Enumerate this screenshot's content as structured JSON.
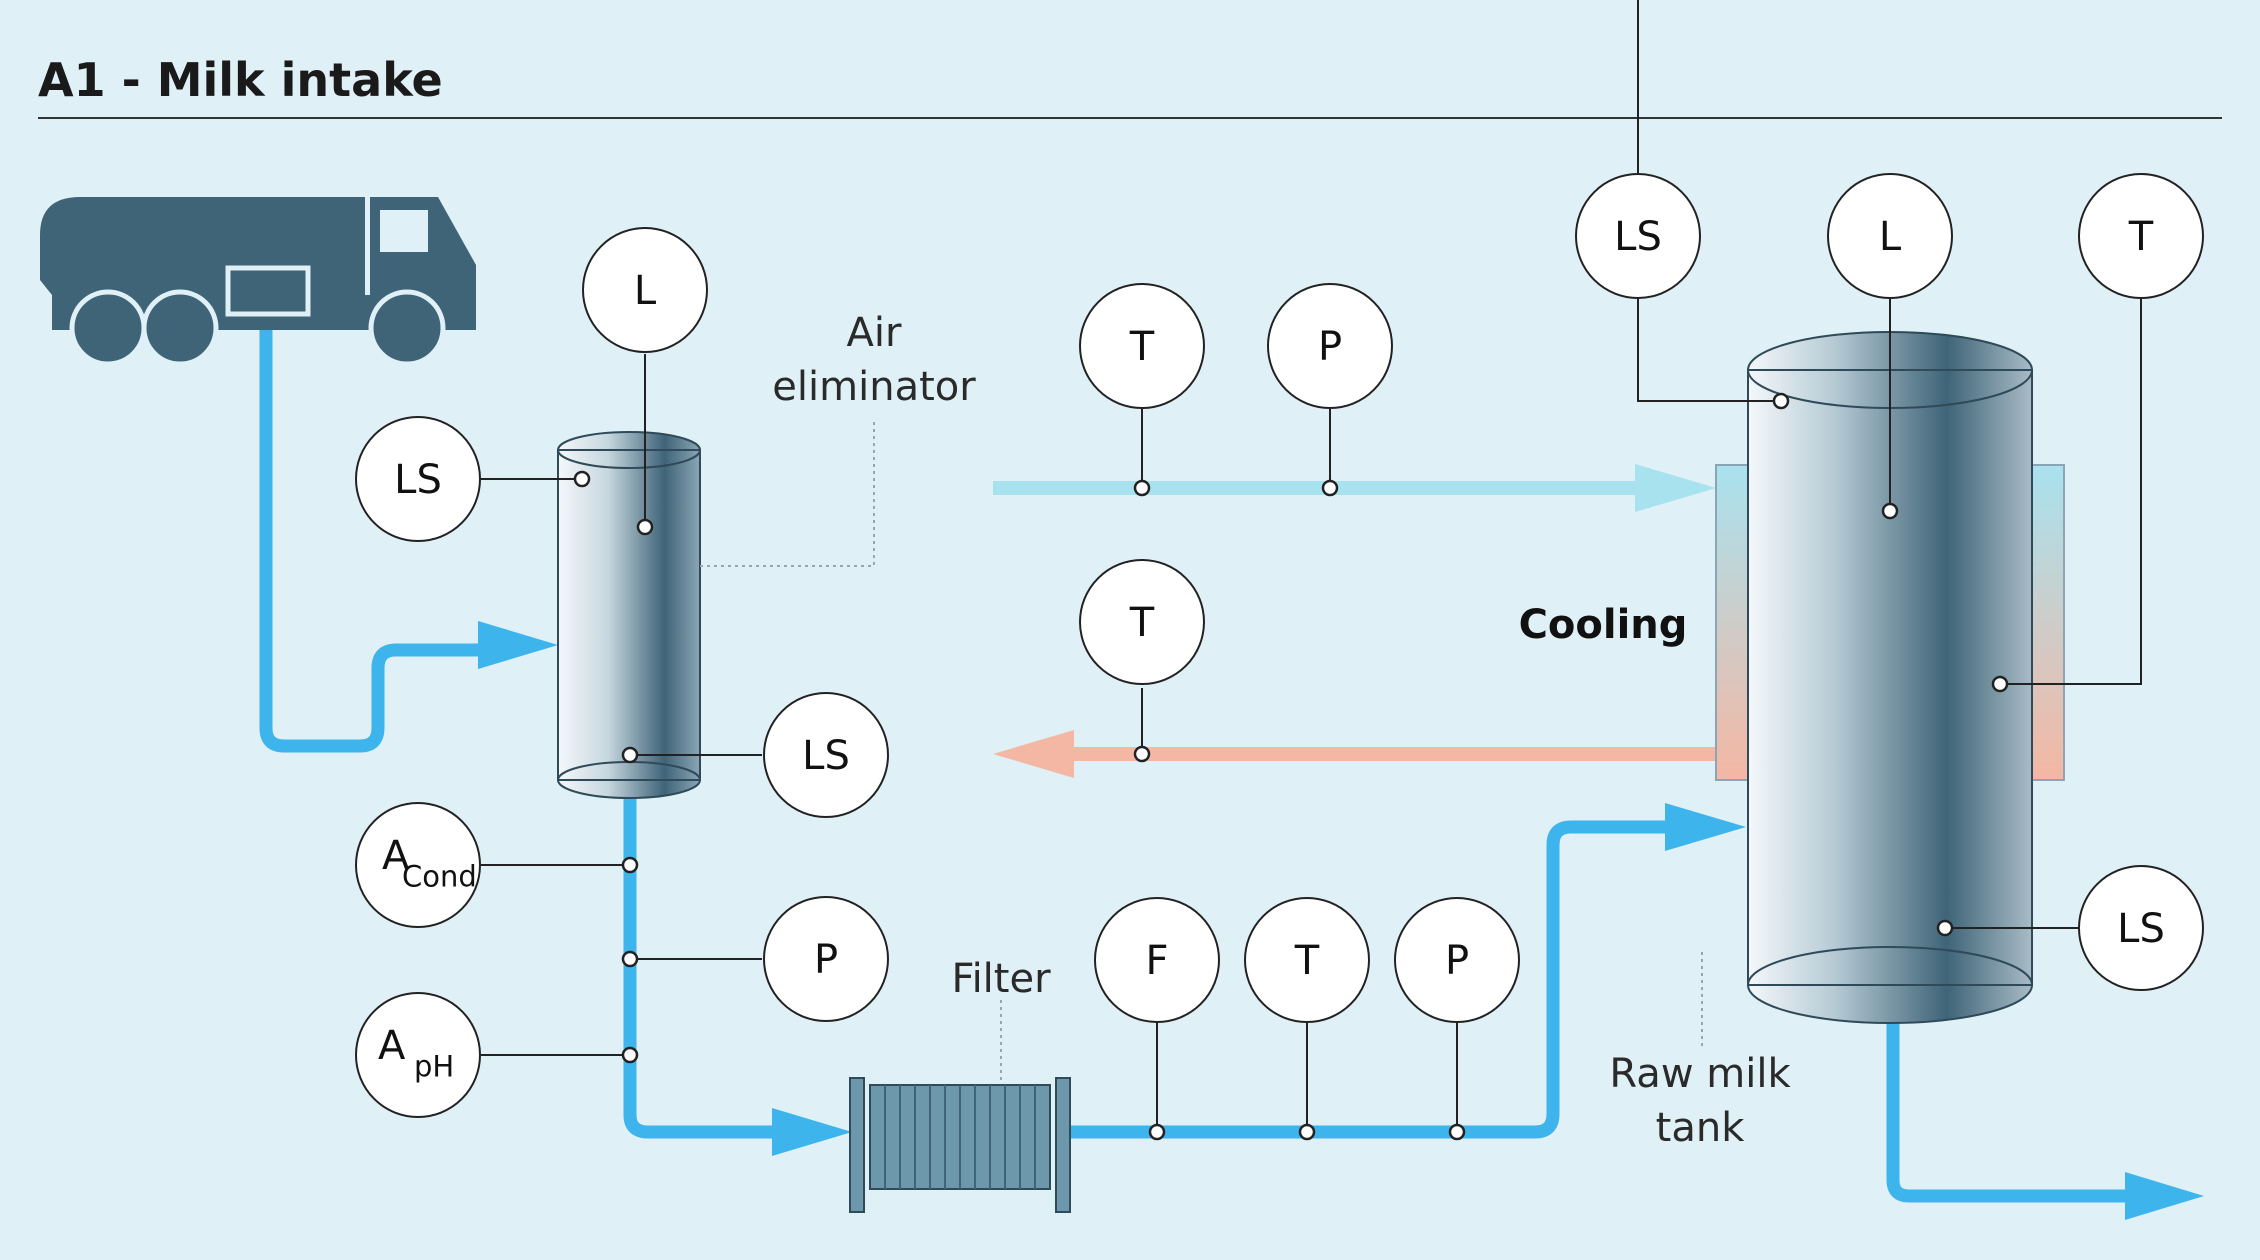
{
  "title": "A1 - Milk intake",
  "colors": {
    "background": "#dff0f6",
    "milk_pipe": "#3eb4ec",
    "cooling_in": "#a8e2ef",
    "cooling_out": "#f4b7a3",
    "equipment": "#3f6478",
    "title_rule": "#333333"
  },
  "labels": {
    "air_eliminator_line1": "Air",
    "air_eliminator_line2": "eliminator",
    "cooling": "Cooling",
    "filter": "Filter",
    "raw_milk_line1": "Raw milk",
    "raw_milk_line2": "tank"
  },
  "instruments": {
    "air_elim_level": "L",
    "air_elim_ls_top": "LS",
    "air_elim_ls_bottom": "LS",
    "conductivity": {
      "main": "A",
      "sub": "Cond"
    },
    "ph": {
      "main": "A",
      "sub": "pH"
    },
    "pressure_outlet": "P",
    "flow": "F",
    "temp_line": "T",
    "pressure_line": "P",
    "cooling_in_temp": "T",
    "cooling_in_pressure": "P",
    "cooling_out_temp": "T",
    "tank_ls_top": "LS",
    "tank_level": "L",
    "tank_temp": "T",
    "tank_ls_bottom": "LS"
  },
  "icons": {
    "tanker_truck": "truck-icon",
    "air_eliminator_vessel": "vessel-icon",
    "filter_element": "filter-icon",
    "raw_milk_tank": "tank-icon"
  }
}
